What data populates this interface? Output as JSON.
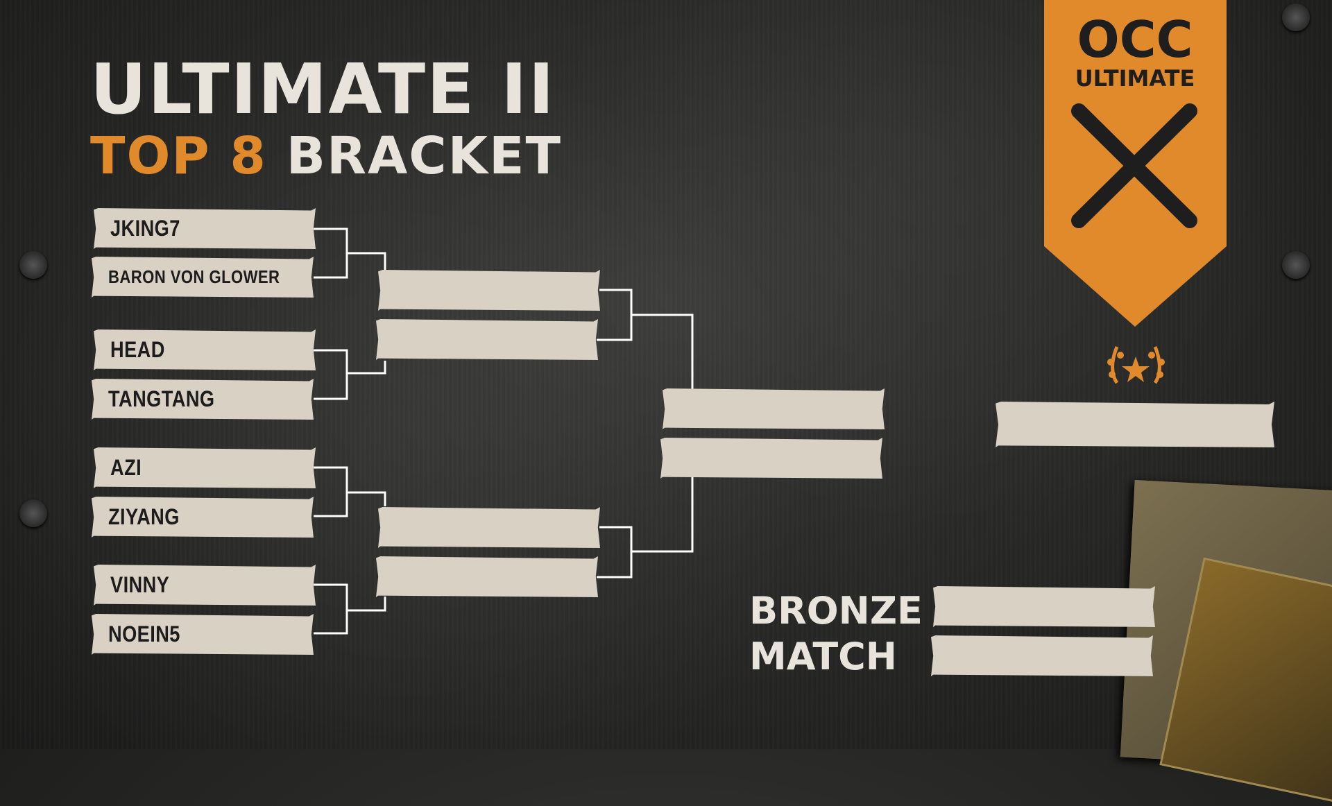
{
  "title": {
    "line1": "ULTIMATE II",
    "line2_accent": "TOP 8",
    "line2_rest": "BRACKET"
  },
  "logo": {
    "line1": "OCC",
    "line2": "ULTIMATE",
    "mark": "X",
    "color": "#e08a2c"
  },
  "round1": [
    "JKING7",
    "BARON VON GLOWER",
    "HEAD",
    "TANGTANG",
    "AZI",
    "ZIYANG",
    "VINNY",
    "NOEIN5"
  ],
  "round2": [
    "",
    "",
    "",
    ""
  ],
  "final": [
    "",
    ""
  ],
  "champion": "",
  "bronze": {
    "label_line1": "BRONZE",
    "label_line2": "MATCH",
    "slots": [
      "",
      ""
    ]
  },
  "colors": {
    "accent": "#e08a2c",
    "tape": "#d8d1c4",
    "line": "#ffffff"
  }
}
